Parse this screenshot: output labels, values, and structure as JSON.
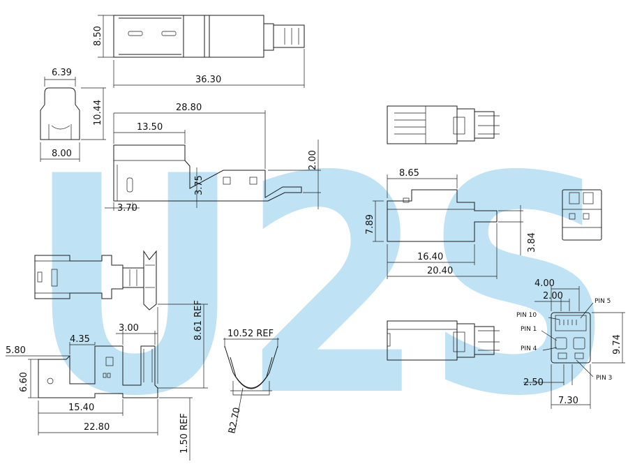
{
  "watermark": {
    "text": "U2S",
    "color": "#bfe3f4"
  },
  "dimensions": {
    "top_height": "8.50",
    "top_length": "36.30",
    "front_width": "6.39",
    "front_height": "10.44",
    "front_base": "8.00",
    "side_length": "28.80",
    "side_inner": "13.50",
    "side_rise": "2.00",
    "side_step": "3.75",
    "side_offset": "3.70",
    "right_width": "8.65",
    "right_height": "7.89",
    "right_length": "16.40",
    "right_total": "20.40",
    "right_tab": "3.84",
    "open_height": "8.61 REF",
    "open_offset": "5.80",
    "open_width": "4.35",
    "open_tab": "3.00",
    "open_side": "6.60",
    "open_len1": "15.40",
    "open_len2": "22.80",
    "open_bottom": "1.50 REF",
    "crimp_width": "10.52 REF",
    "crimp_radius": "R2.70",
    "pin_pitch": "4.00",
    "pin_pitch2": "2.00",
    "pin_side": "9.74",
    "pin_offset": "2.50",
    "pin_width": "7.30"
  },
  "pins": {
    "pin10": "PIN 10",
    "pin5": "PIN 5",
    "pin1": "PIN 1",
    "pin4": "PIN 4",
    "pin3": "PIN 3"
  }
}
